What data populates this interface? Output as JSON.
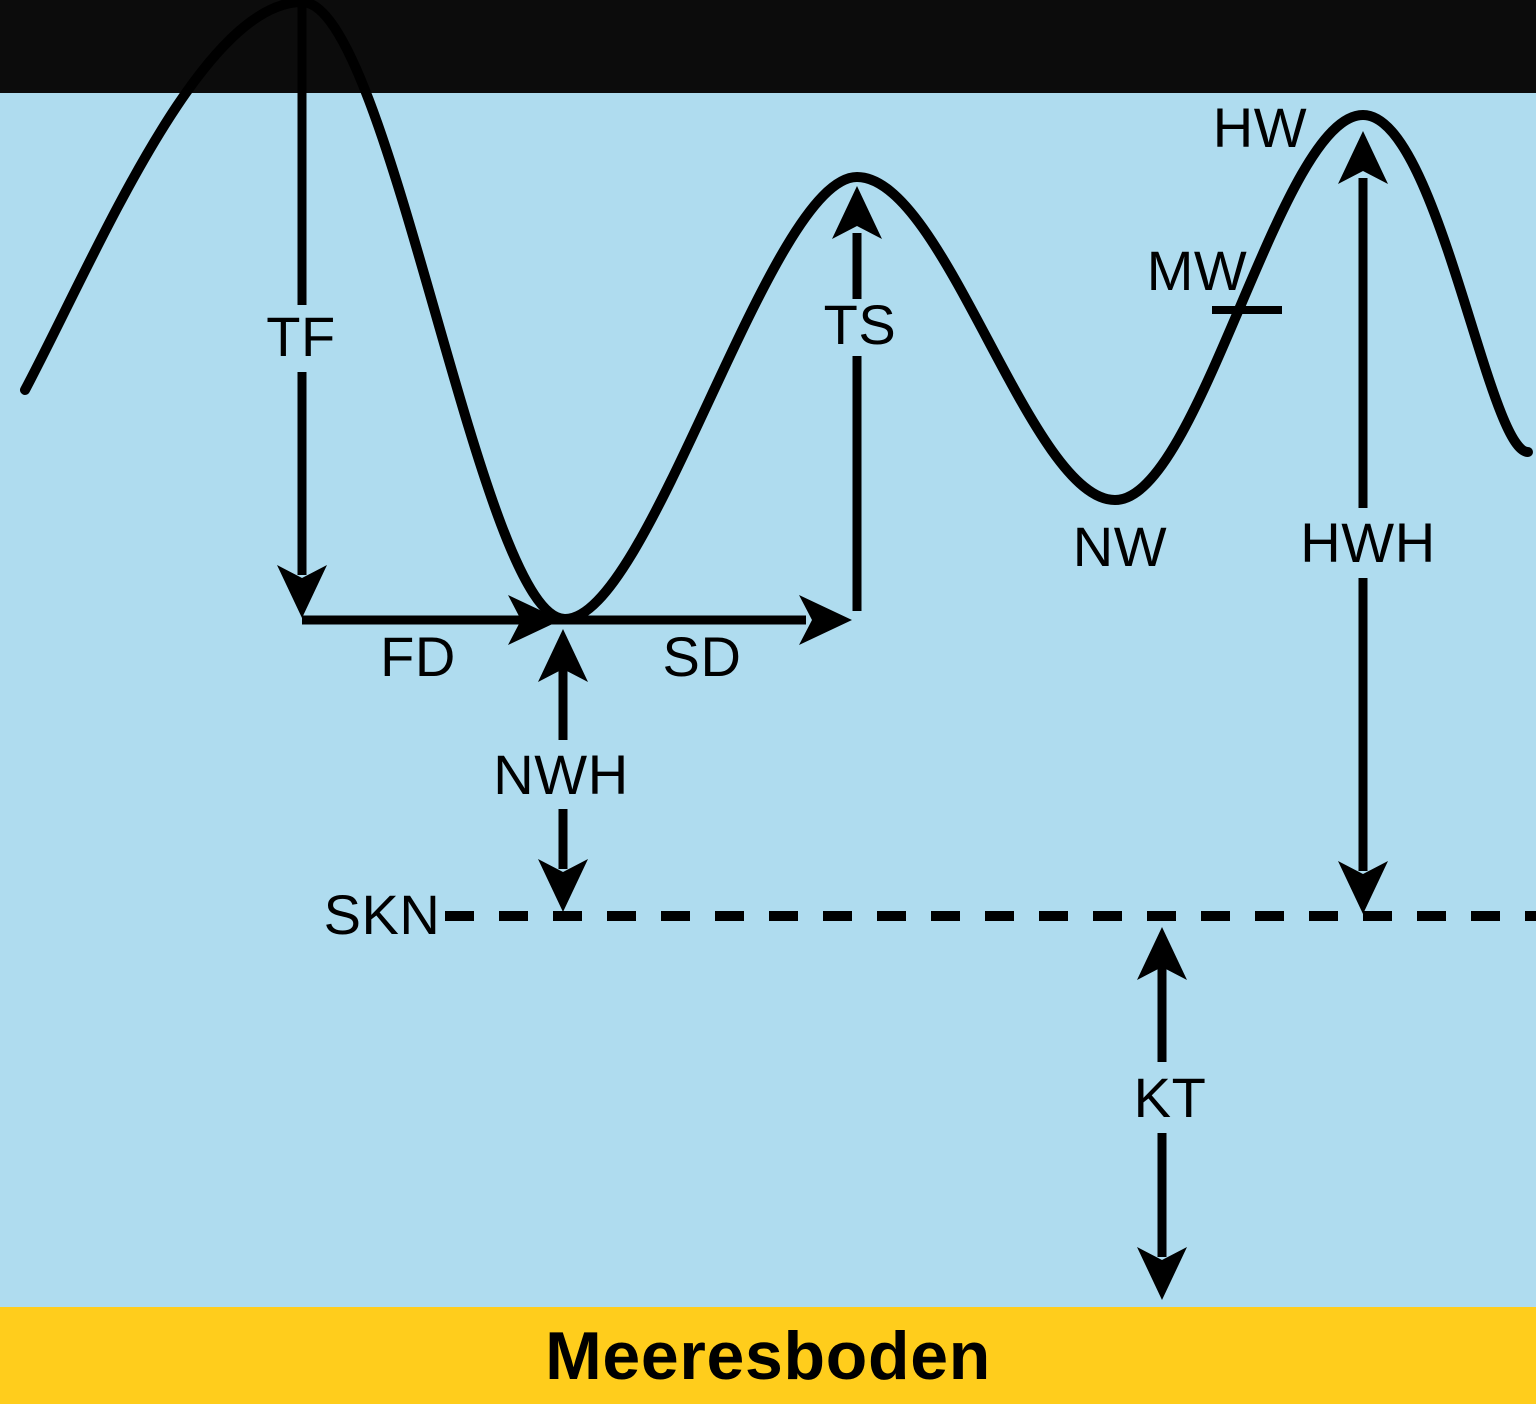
{
  "diagram": {
    "title": "Tide levels and tidal ranges diagram (German nautical abbreviations)",
    "type": "tide-curve-annotation"
  },
  "colors": {
    "water": "#AFDCEF",
    "seabed": "#FFCD1C",
    "ink": "#000000",
    "top_bar": "#0C0C0C"
  },
  "labels": {
    "tf": "TF",
    "ts": "TS",
    "fd": "FD",
    "sd": "SD",
    "nwh": "NWH",
    "skn": "SKN",
    "nw": "NW",
    "hwh": "HWH",
    "hw": "HW",
    "mw": "MW",
    "kt": "KT"
  },
  "seabed": {
    "label": "Meeresboden"
  }
}
